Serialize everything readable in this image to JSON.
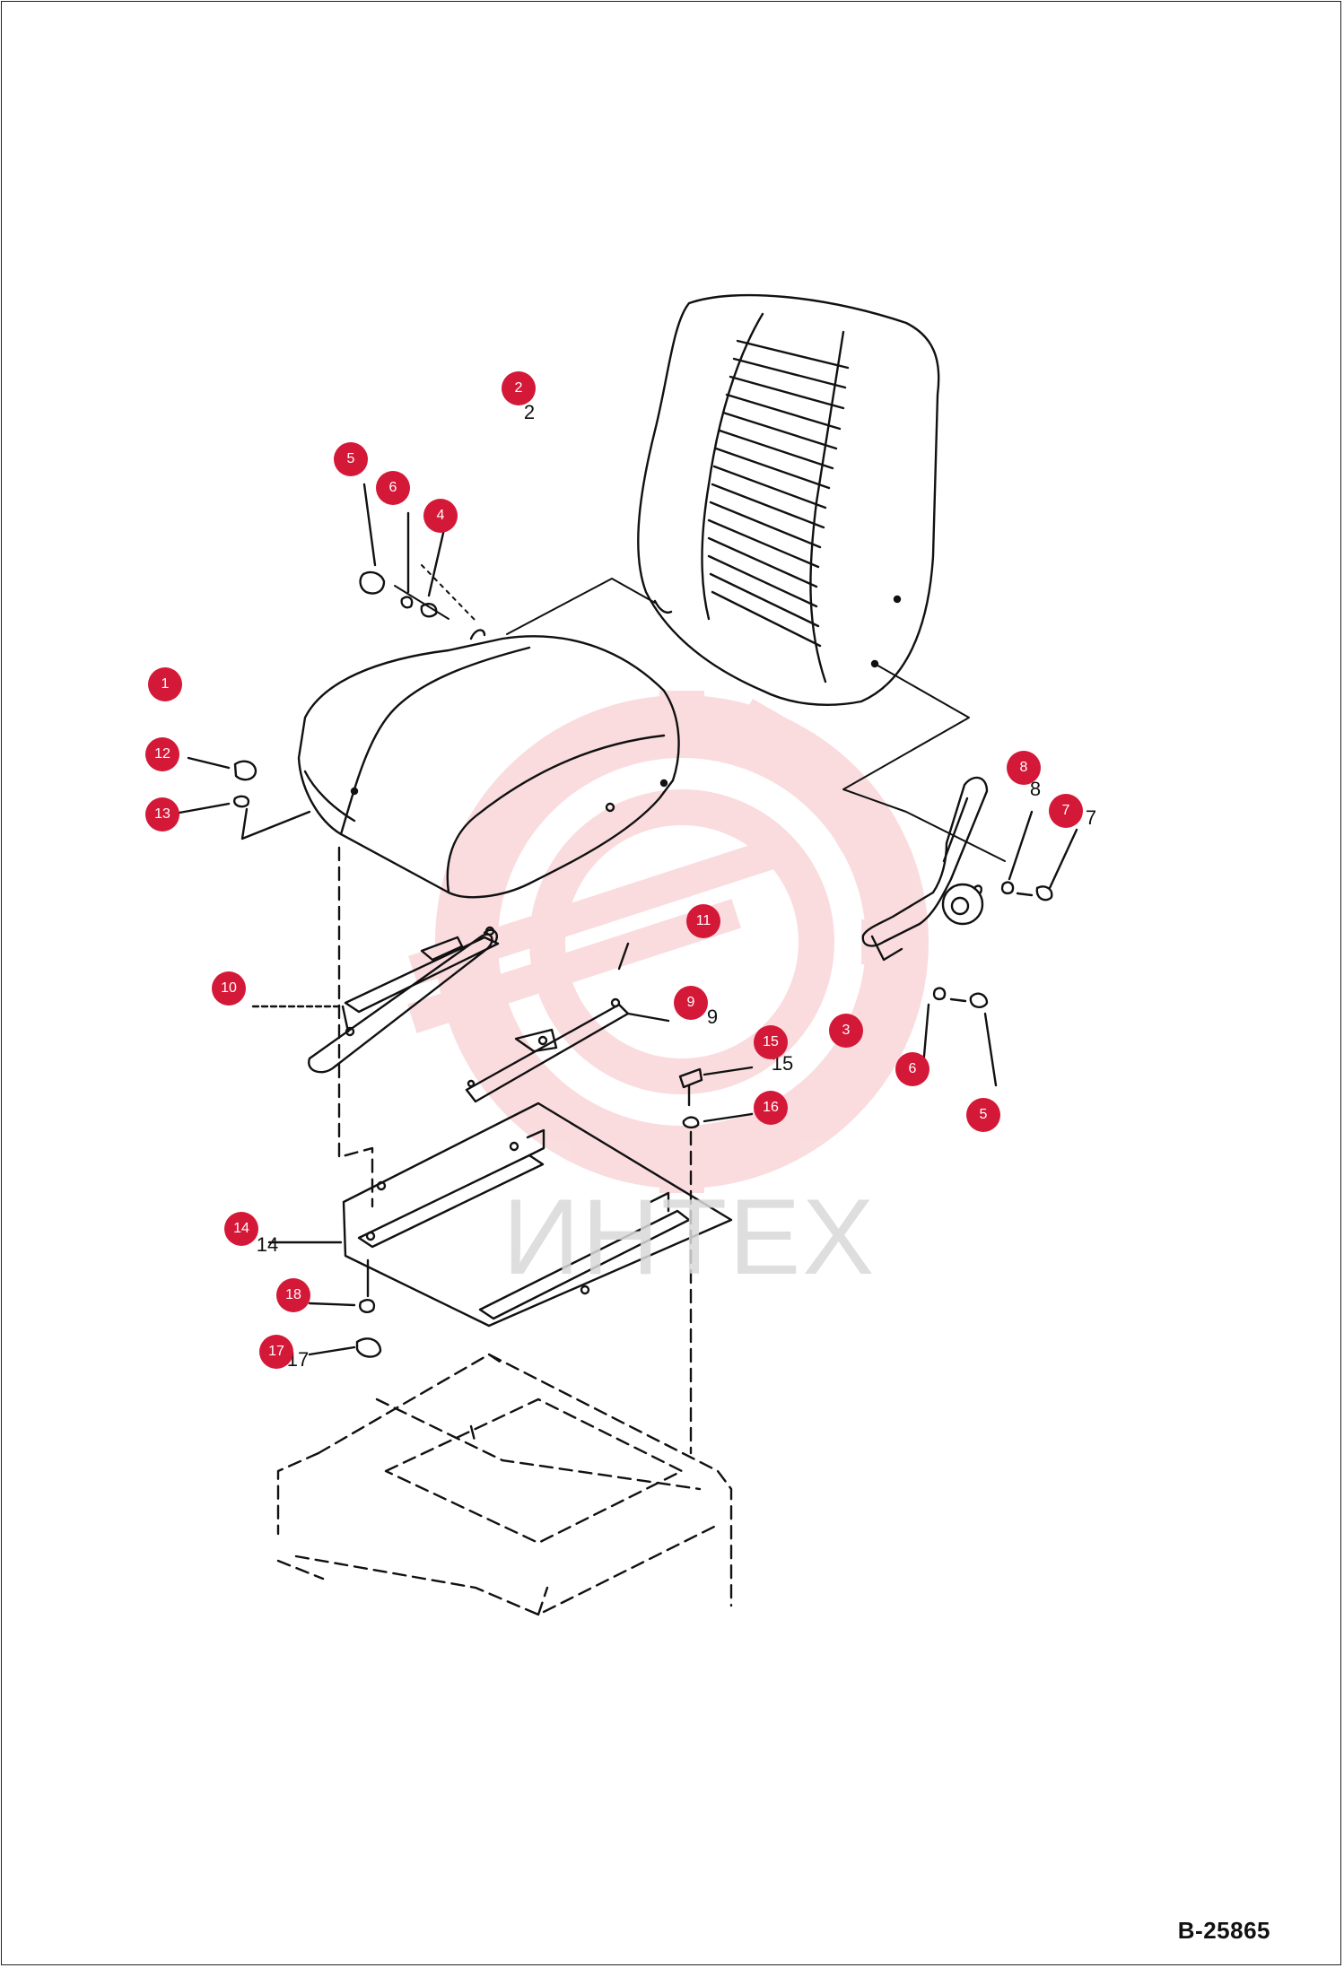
{
  "drawing_number": "B-25865",
  "watermark": {
    "text": "ИНТЕХ",
    "color": "#f4b3b9"
  },
  "colors": {
    "callout": "#d41837",
    "line": "#111111",
    "watermark_text": "#d9d9d9"
  },
  "callouts": [
    {
      "id": "c1",
      "number": "1"
    },
    {
      "id": "c2",
      "number": "2"
    },
    {
      "id": "c3",
      "number": "3"
    },
    {
      "id": "c4",
      "number": "4"
    },
    {
      "id": "c5a",
      "number": "5"
    },
    {
      "id": "c5b",
      "number": "5"
    },
    {
      "id": "c6a",
      "number": "6"
    },
    {
      "id": "c6b",
      "number": "6"
    },
    {
      "id": "c7",
      "number": "7"
    },
    {
      "id": "c8",
      "number": "8"
    },
    {
      "id": "c9",
      "number": "9"
    },
    {
      "id": "c10",
      "number": "10"
    },
    {
      "id": "c11",
      "number": "11"
    },
    {
      "id": "c12",
      "number": "12"
    },
    {
      "id": "c13",
      "number": "13"
    },
    {
      "id": "c14",
      "number": "14"
    },
    {
      "id": "c15",
      "number": "15"
    },
    {
      "id": "c16",
      "number": "16"
    },
    {
      "id": "c17",
      "number": "17"
    },
    {
      "id": "c18",
      "number": "18"
    }
  ],
  "printed_labels": [
    {
      "id": "l2",
      "text": "2"
    },
    {
      "id": "l7",
      "text": "7"
    },
    {
      "id": "l8",
      "text": "8"
    },
    {
      "id": "l9",
      "text": "9"
    },
    {
      "id": "l14",
      "text": "14"
    },
    {
      "id": "l15",
      "text": "15"
    },
    {
      "id": "l17",
      "text": "17"
    }
  ]
}
